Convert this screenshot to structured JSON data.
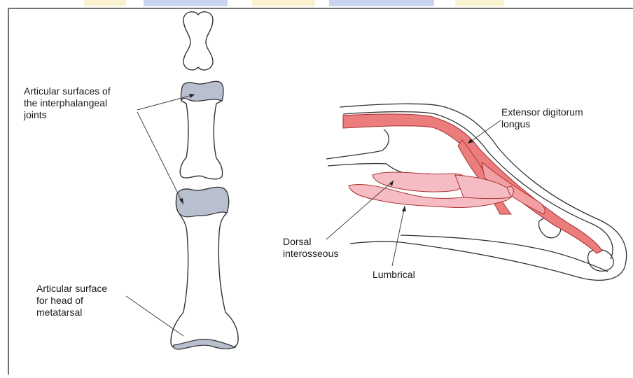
{
  "labels": {
    "articular_interphalangeal": "Articular surfaces of\nthe interphalangeal\njoints",
    "articular_metatarsal": "Articular surface\nfor head of\nmetatarsal",
    "extensor": "Extensor digitorum\nlongus",
    "dorsal": "Dorsal\ninterosseous",
    "lumbrical": "Lumbrical"
  },
  "colors": {
    "cartilage": "#b8bfcf",
    "tendon_red": "#ec7d7d",
    "tendon_pink": "#f6bcc4",
    "outline": "#333333",
    "watermark_yellow": "#f6e9a8",
    "watermark_blue": "#9fb4e6"
  }
}
